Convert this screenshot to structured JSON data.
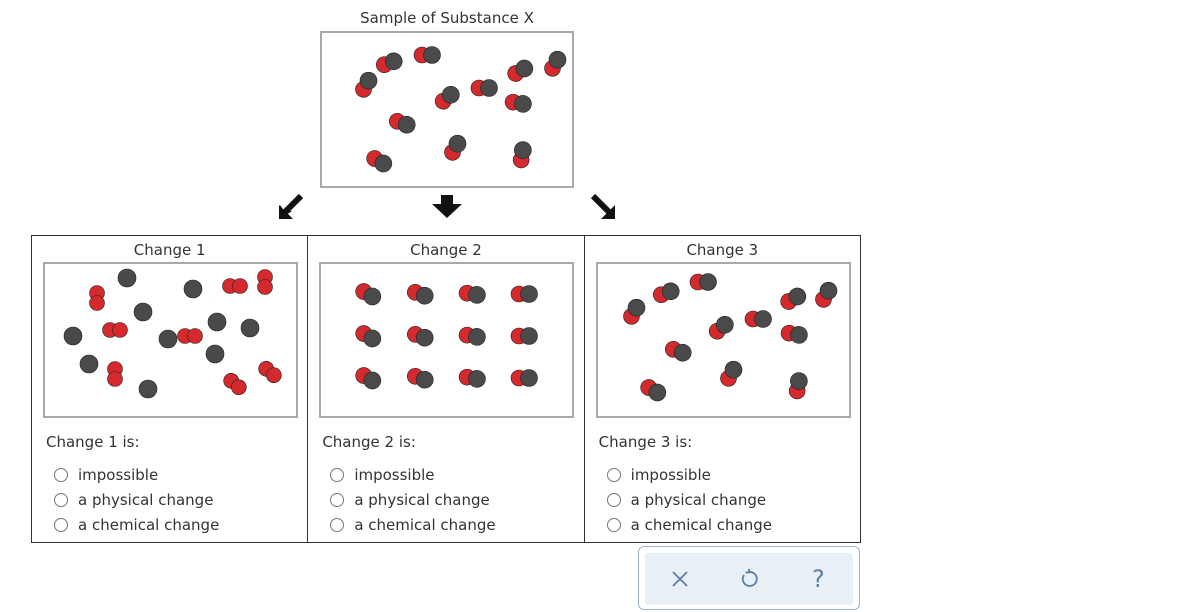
{
  "sample": {
    "title": "Sample of Substance X"
  },
  "changes": [
    {
      "title": "Change 1",
      "question": "Change 1 is:",
      "options": [
        "impossible",
        "a physical change",
        "a chemical change"
      ]
    },
    {
      "title": "Change 2",
      "question": "Change 2 is:",
      "options": [
        "impossible",
        "a physical change",
        "a chemical change"
      ]
    },
    {
      "title": "Change 3",
      "question": "Change 3 is:",
      "options": [
        "impossible",
        "a physical change",
        "a chemical change"
      ]
    }
  ],
  "toolbar": {
    "clear_icon": "close-icon",
    "undo_icon": "undo-icon",
    "help_icon": "help-icon",
    "help_glyph": "?"
  },
  "colors": {
    "oxygen": "#d42a2e",
    "carbon": "#4a4a4a",
    "frame": "#a9a9a9",
    "toolbar_bg": "#e8eff5",
    "toolbar_accent": "#5b7fa6"
  }
}
